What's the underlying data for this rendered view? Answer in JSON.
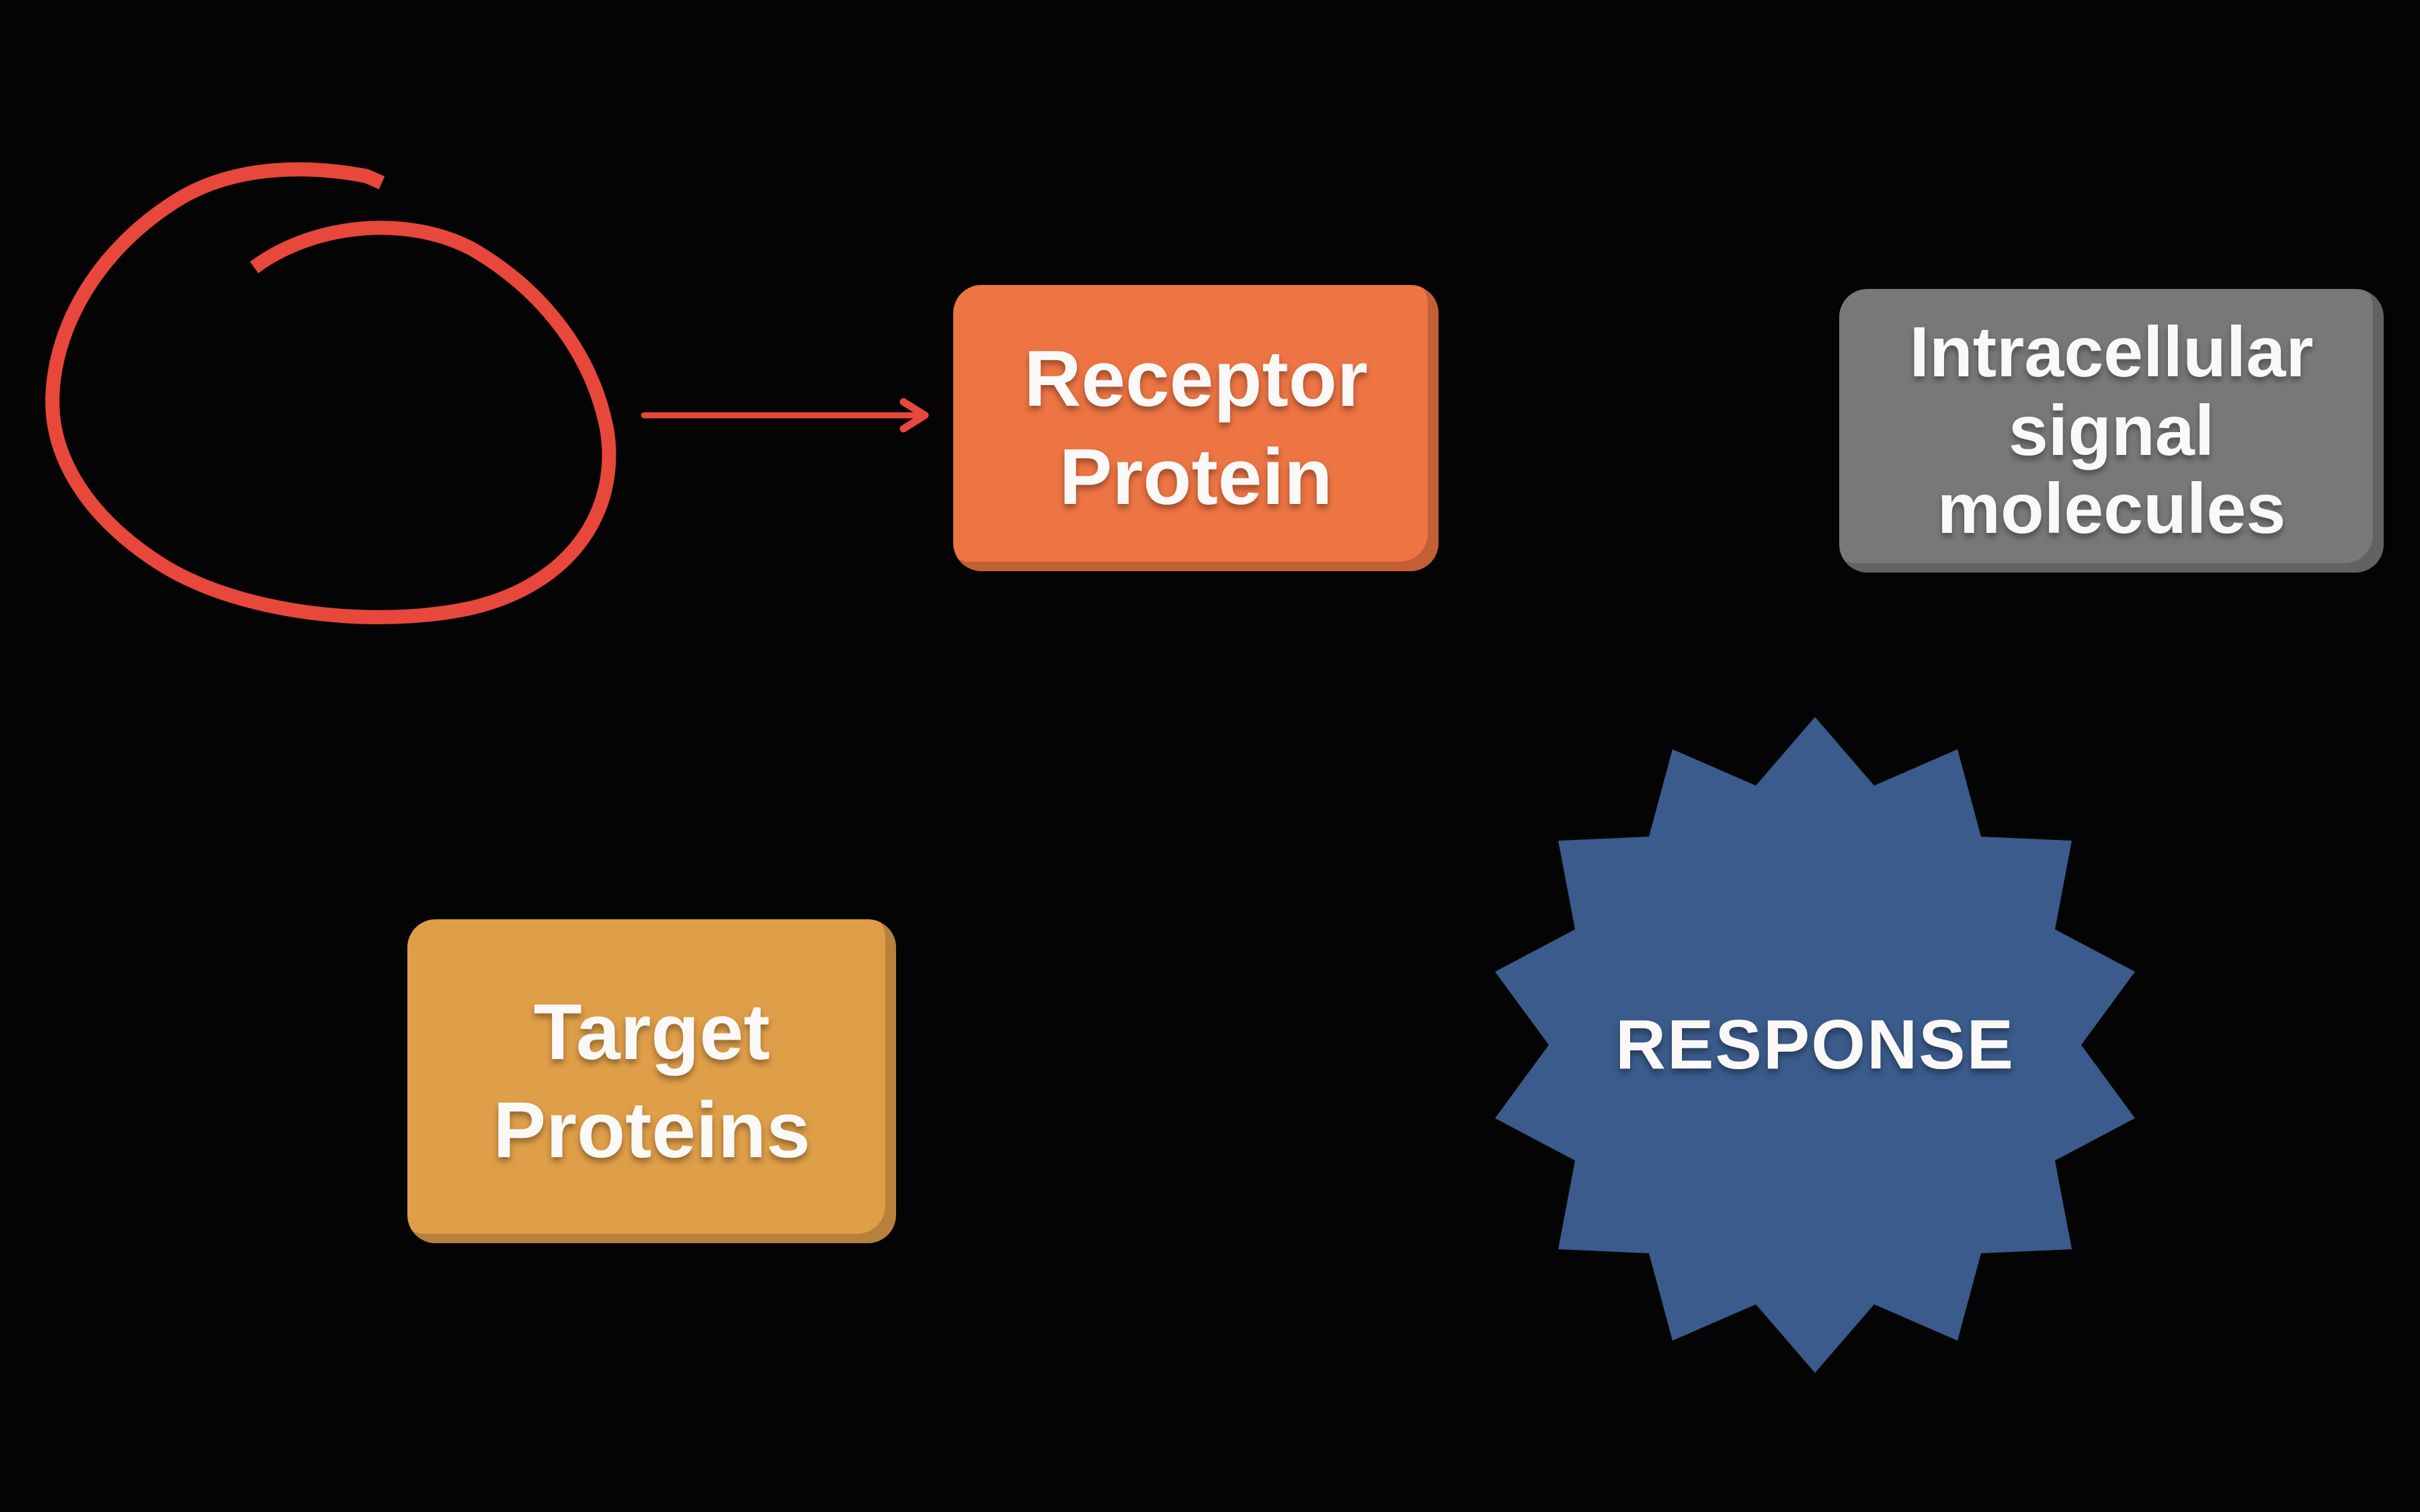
{
  "diagram": {
    "title": "Cell signaling pathway diagram",
    "background": "black"
  },
  "colors": {
    "bg": "#050404",
    "red": "#E8473B",
    "orange": "#ED7443",
    "amber": "#DF9E48",
    "gray": "#797878",
    "blue": "#3A5B8B",
    "text": "#FAF9F7"
  },
  "nodes": {
    "receptor": {
      "label": "Receptor Protein",
      "lines": [
        "Receptor",
        "Protein"
      ],
      "shape": "rounded-rectangle",
      "fill": "#ED7443"
    },
    "intracellular": {
      "label": "Intracellular signal molecules",
      "lines": [
        "Intracellular",
        "signal",
        "molecules"
      ],
      "shape": "rounded-rectangle",
      "fill": "#797878"
    },
    "target": {
      "label": "Target Proteins",
      "lines": [
        "Target",
        "Proteins"
      ],
      "shape": "rounded-rectangle",
      "fill": "#DF9E48"
    },
    "response": {
      "label": "RESPONSE",
      "shape": "14-point-starburst",
      "fill": "#3A5B8B"
    }
  },
  "annotations": {
    "circle": {
      "description": "hand-drawn red marker circle (empty highlight area)",
      "color": "#E8473B"
    },
    "arrow": {
      "description": "red arrow pointing from circled area to Receptor Protein",
      "direction": "right",
      "color": "#E8473B"
    }
  }
}
